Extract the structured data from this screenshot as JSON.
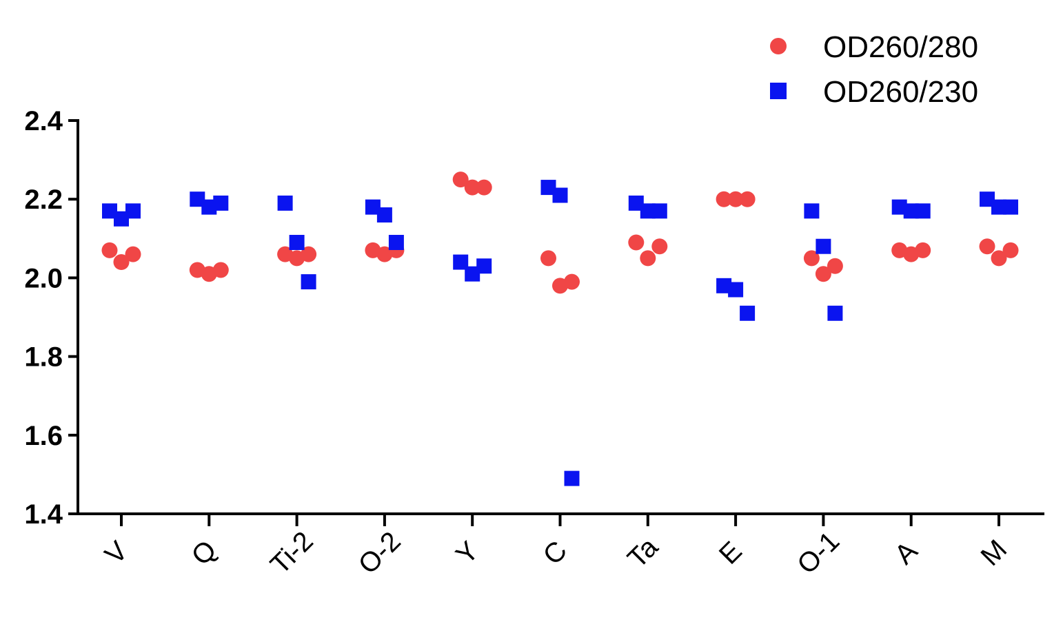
{
  "chart_data": {
    "type": "scatter",
    "categories": [
      "V",
      "Q",
      "Ti-2",
      "O-2",
      "Y",
      "C",
      "Ta",
      "E",
      "O-1",
      "A",
      "M"
    ],
    "ylim": [
      1.4,
      2.4
    ],
    "yticks": [
      "1.4",
      "1.6",
      "1.8",
      "2.0",
      "2.2",
      "2.4"
    ],
    "xlabel": "",
    "ylabel": "",
    "title": "",
    "grid": false,
    "legend_position": "top-right",
    "series": [
      {
        "name": "OD260/280",
        "marker": "circle",
        "color": "#f04646",
        "values": [
          [
            2.07,
            2.04,
            2.06
          ],
          [
            2.02,
            2.01,
            2.02
          ],
          [
            2.06,
            2.05,
            2.06
          ],
          [
            2.07,
            2.06,
            2.07
          ],
          [
            2.25,
            2.23,
            2.23
          ],
          [
            2.05,
            1.98,
            1.99
          ],
          [
            2.09,
            2.05,
            2.08
          ],
          [
            2.2,
            2.2,
            2.2
          ],
          [
            2.05,
            2.01,
            2.03
          ],
          [
            2.07,
            2.06,
            2.07
          ],
          [
            2.08,
            2.05,
            2.07
          ]
        ]
      },
      {
        "name": "OD260/230",
        "marker": "square",
        "color": "#0a14f0",
        "values": [
          [
            2.17,
            2.15,
            2.17
          ],
          [
            2.2,
            2.18,
            2.19
          ],
          [
            2.19,
            2.09,
            1.99
          ],
          [
            2.18,
            2.16,
            2.09
          ],
          [
            2.04,
            2.01,
            2.03
          ],
          [
            2.23,
            2.21,
            1.49
          ],
          [
            2.19,
            2.17,
            2.17
          ],
          [
            1.98,
            1.97,
            1.91
          ],
          [
            2.17,
            2.08,
            1.91
          ],
          [
            2.18,
            2.17,
            2.17
          ],
          [
            2.2,
            2.18,
            2.18
          ]
        ]
      }
    ]
  }
}
